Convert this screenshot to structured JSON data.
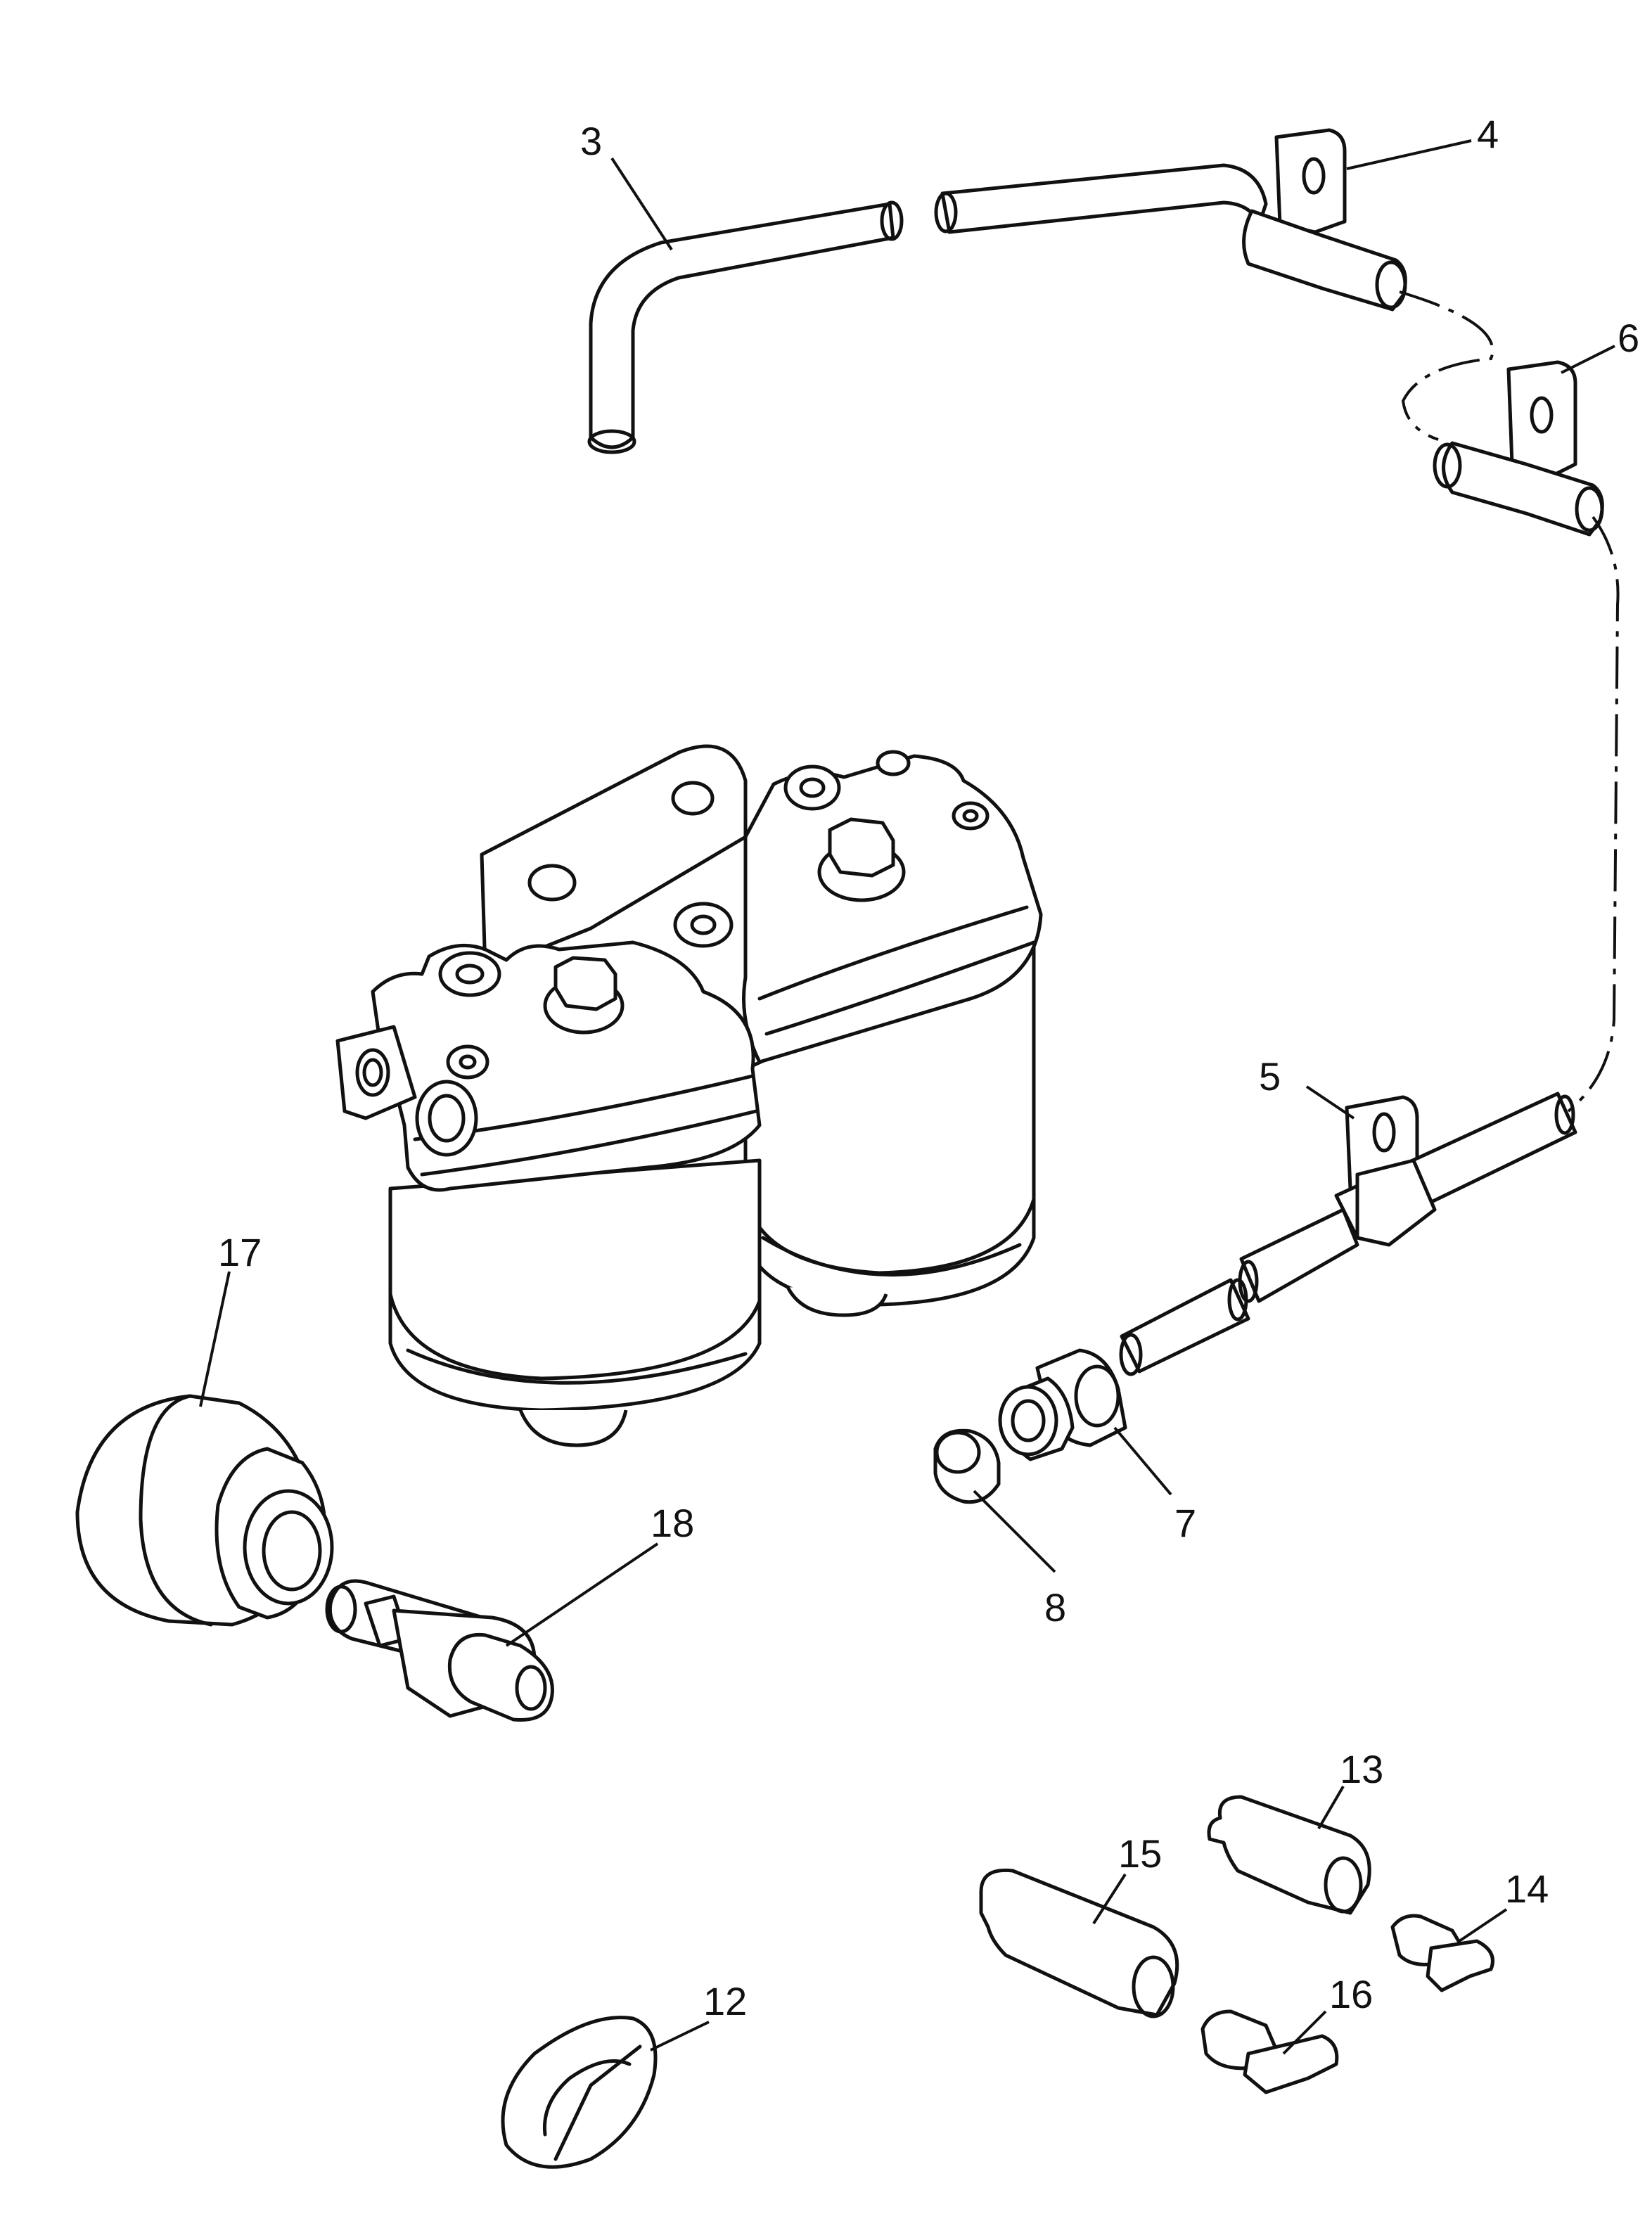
{
  "callouts": {
    "c3": "3",
    "c4": "4",
    "c5": "5",
    "c6": "6",
    "c7": "7",
    "c8": "8",
    "c12": "12",
    "c13": "13",
    "c14": "14",
    "c15": "15",
    "c16": "16",
    "c17": "17",
    "c18": "18"
  }
}
